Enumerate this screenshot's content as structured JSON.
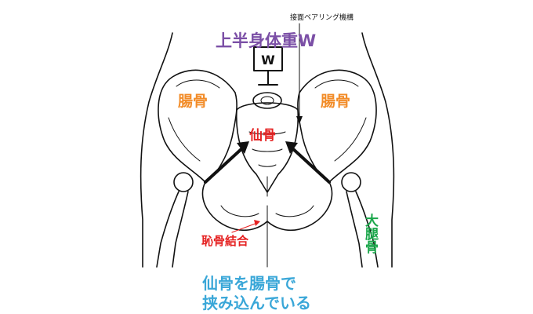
{
  "labels": {
    "title": "上半身体重W",
    "weight_box": "W",
    "bearing_mechanism": "接面ベアリング機構",
    "ilium_left": "腸骨",
    "ilium_right": "腸骨",
    "sacrum": "仙骨",
    "pubic_symphysis": "恥骨結合",
    "femur": "大腿骨",
    "caption_line1": "仙骨を腸骨で",
    "caption_line2": "挟み込んでいる"
  },
  "colors": {
    "title": "#7b4fa6",
    "ilium": "#f28c28",
    "sacrum": "#e52222",
    "pubic": "#e52222",
    "femur": "#1aa64a",
    "caption": "#3aa7d8",
    "line": "#111111"
  }
}
